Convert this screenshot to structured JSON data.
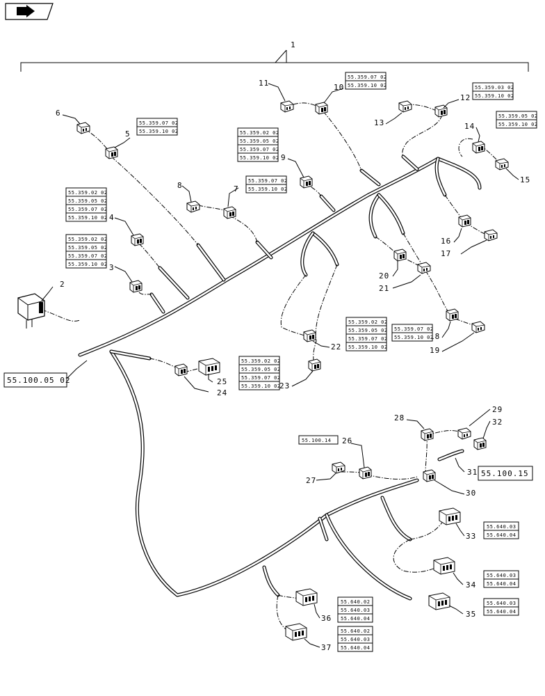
{
  "nav_icon": "return-arrow-icon",
  "callouts": [
    "1",
    "2",
    "3",
    "4",
    "5",
    "6",
    "7",
    "8",
    "9",
    "10",
    "11",
    "12",
    "13",
    "14",
    "15",
    "16",
    "17",
    "18",
    "19",
    "20",
    "21",
    "22",
    "23",
    "24",
    "25",
    "26",
    "27",
    "28",
    "29",
    "30",
    "31",
    "32",
    "33",
    "34",
    "35",
    "36",
    "37"
  ],
  "ref_groups": {
    "g5": [
      "55.359.07 02",
      "55.359.10 02"
    ],
    "g4": [
      "55.359.02 02",
      "55.359.05 02",
      "55.359.07 02",
      "55.359.10 02"
    ],
    "g3": [
      "55.359.02 02",
      "55.359.05 02",
      "55.359.07 02",
      "55.359.10 02"
    ],
    "g9": [
      "55.359.02 02",
      "55.359.05 02",
      "55.359.07 02",
      "55.359.10 02"
    ],
    "g7": [
      "55.359.07 02",
      "55.359.10 02"
    ],
    "g10": [
      "55.359.07 02",
      "55.359.10 02"
    ],
    "g12": [
      "55.359.03 02",
      "55.359.10 02"
    ],
    "g14": [
      "55.359.05 02",
      "55.359.10 02"
    ],
    "g22": [
      "55.359.02 02",
      "55.359.05 02",
      "55.359.07 02",
      "55.359.10 02"
    ],
    "g18": [
      "55.359.07 02",
      "55.359.10 02"
    ],
    "g23": [
      "55.359.02 02",
      "55.359.05 02",
      "55.359.07 02",
      "55.359.10 02"
    ],
    "g33": [
      "55.640.03",
      "55.640.04"
    ],
    "g34": [
      "55.640.03",
      "55.640.04"
    ],
    "g35": [
      "55.640.03",
      "55.640.04"
    ],
    "g36": [
      "55.640.02",
      "55.640.03",
      "55.640.04"
    ],
    "g37": [
      "55.640.02",
      "55.640.03",
      "55.640.04"
    ]
  },
  "main_refs": {
    "harness": "55.100.05 02",
    "r26": "55.100.14",
    "r31": "55.100.15"
  }
}
